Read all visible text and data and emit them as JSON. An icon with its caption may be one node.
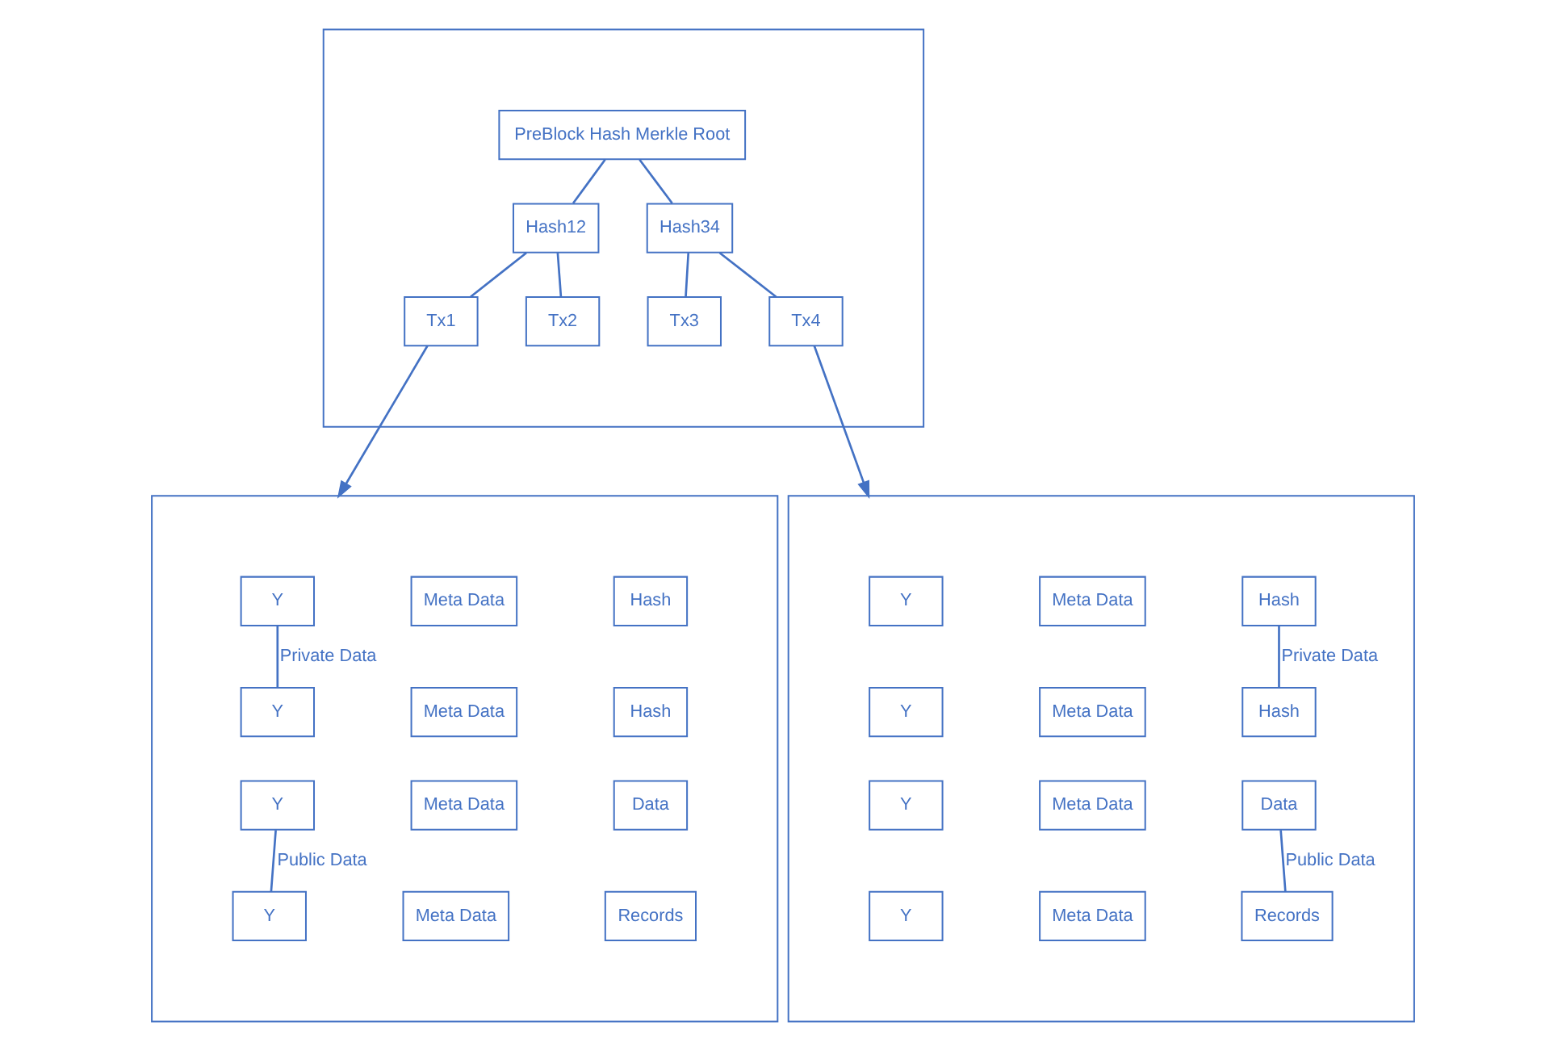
{
  "diagram": {
    "nodes": [
      {
        "text": [],
        "shape": "box"
      },
      {
        "text": [
          "PreBlock Hash Merkle Root"
        ],
        "in": 0
      },
      {
        "text": [
          "Hash12"
        ],
        "in": 0
      },
      {
        "text": [
          "Hash34"
        ],
        "in": 0
      },
      {
        "text": [
          "Tx1"
        ],
        "in": 0
      },
      {
        "text": [
          "Tx2"
        ],
        "in": 0
      },
      {
        "text": [
          "Tx3"
        ],
        "in": 0
      },
      {
        "text": [
          "Tx4"
        ],
        "in": 0
      },
      {
        "text": [],
        "shape": "box"
      },
      {
        "text": [
          "Y"
        ],
        "in": 8
      },
      {
        "text": [
          "Meta Data"
        ],
        "in": 8
      },
      {
        "text": [
          "Hash"
        ],
        "in": 8
      },
      {
        "text": [
          "Y"
        ],
        "in": 8
      },
      {
        "text": [
          "Meta Data"
        ],
        "in": 8
      },
      {
        "text": [
          "Hash"
        ],
        "in": 8
      },
      {
        "text": [
          "Y"
        ],
        "in": 8
      },
      {
        "text": [
          "Meta Data"
        ],
        "in": 8
      },
      {
        "text": [
          "Data"
        ],
        "in": 8
      },
      {
        "text": [
          "Y"
        ],
        "in": 8
      },
      {
        "text": [
          "Meta Data"
        ],
        "in": 8
      },
      {
        "text": [
          "Records"
        ],
        "in": 8
      },
      {
        "text": [],
        "shape": "box"
      },
      {
        "text": [
          "Y"
        ],
        "in": 21
      },
      {
        "text": [
          "Meta Data"
        ],
        "in": 21
      },
      {
        "text": [
          "Hash"
        ],
        "in": 21
      },
      {
        "text": [
          "Y"
        ],
        "in": 21
      },
      {
        "text": [
          "Meta Data"
        ],
        "in": 21
      },
      {
        "text": [
          "Hash"
        ],
        "in": 21
      },
      {
        "text": [
          "Y"
        ],
        "in": 21
      },
      {
        "text": [
          "Meta Data"
        ],
        "in": 21
      },
      {
        "text": [
          "Data"
        ],
        "in": 21
      },
      {
        "text": [
          "Y"
        ],
        "in": 21
      },
      {
        "text": [
          "Meta Data"
        ],
        "in": 21
      },
      {
        "text": [
          "Records"
        ],
        "in": 21
      }
    ],
    "edges": [
      {
        "from": 1,
        "to": 2,
        "arrow": "none"
      },
      {
        "from": 1,
        "to": 3,
        "arrow": "none"
      },
      {
        "from": 2,
        "to": 4,
        "arrow": "none"
      },
      {
        "from": 2,
        "to": 5,
        "arrow": "none"
      },
      {
        "from": 3,
        "to": 6,
        "arrow": "none"
      },
      {
        "from": 3,
        "to": 7,
        "arrow": "none"
      },
      {
        "from": 4,
        "to": 8,
        "arrow": "to"
      },
      {
        "from": 7,
        "to": 21,
        "arrow": "to"
      },
      {
        "from": 9,
        "to": 12,
        "arrow": "none",
        "label": "Private Data"
      },
      {
        "from": 15,
        "to": 18,
        "arrow": "none",
        "label": "Public Data"
      },
      {
        "from": 24,
        "to": 27,
        "arrow": "none",
        "label": "Private Data"
      },
      {
        "from": 30,
        "to": 33,
        "arrow": "none",
        "label": "Public Data"
      }
    ]
  }
}
